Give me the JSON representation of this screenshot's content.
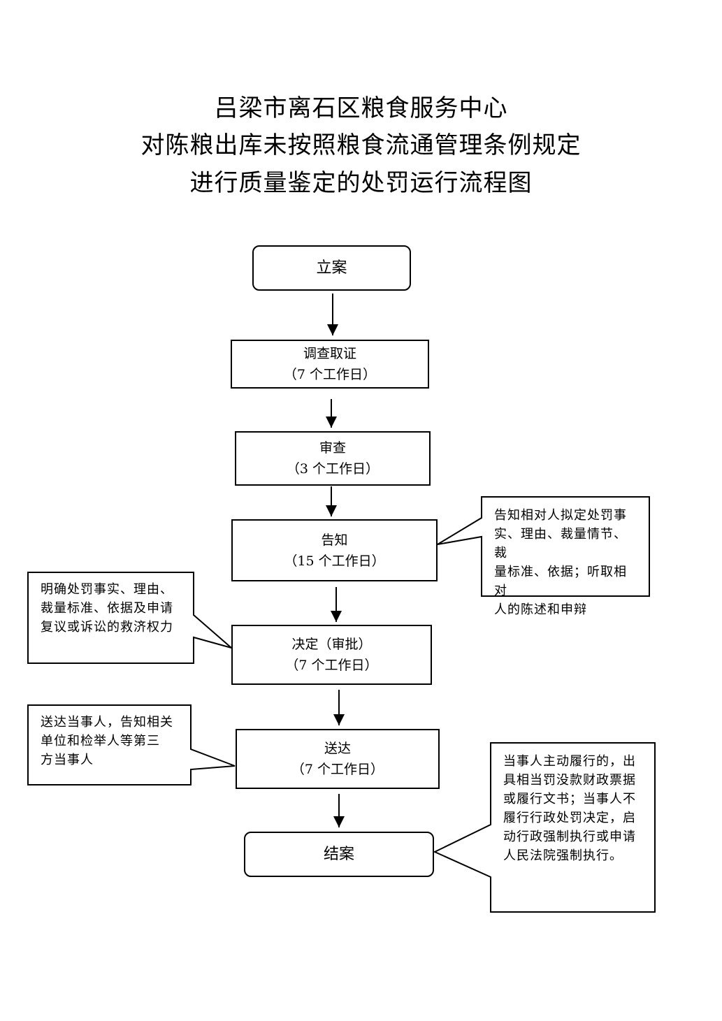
{
  "title": {
    "line1": "吕梁市离石区粮食服务中心",
    "line2": "对陈粮出库未按照粮食流通管理条例规定",
    "line3": "进行质量鉴定的处罚运行流程图"
  },
  "steps": {
    "filing": {
      "label": "立案"
    },
    "investigation": {
      "label": "调查取证",
      "duration": "（7 个工作日）"
    },
    "review": {
      "label": "审查",
      "duration": "（3 个工作日）"
    },
    "notification": {
      "label": "告知",
      "duration": "（15 个工作日）"
    },
    "decision": {
      "label": "决定（审批）",
      "duration": "（7 个工作日）"
    },
    "delivery": {
      "label": "送达",
      "duration": "（7 个工作日）"
    },
    "closing": {
      "label": "结案"
    }
  },
  "notes": {
    "notification": "告知相对人拟定处罚事\n实、理由、裁量情节、裁\n量标准、依据；听取相对\n人的陈述和申辩",
    "decision": "明确处罚事实、理由、\n裁量标准、依据及申请\n复议或诉讼的救济权力",
    "delivery": "送达当事人，告知相关\n单位和检举人等第三\n方当事人",
    "closing": "当事人主动履行的，出\n具相当罚没款财政票据\n或履行文书；当事人不\n履行行政处罚决定，启\n动行政强制执行或申请\n人民法院强制执行。"
  }
}
